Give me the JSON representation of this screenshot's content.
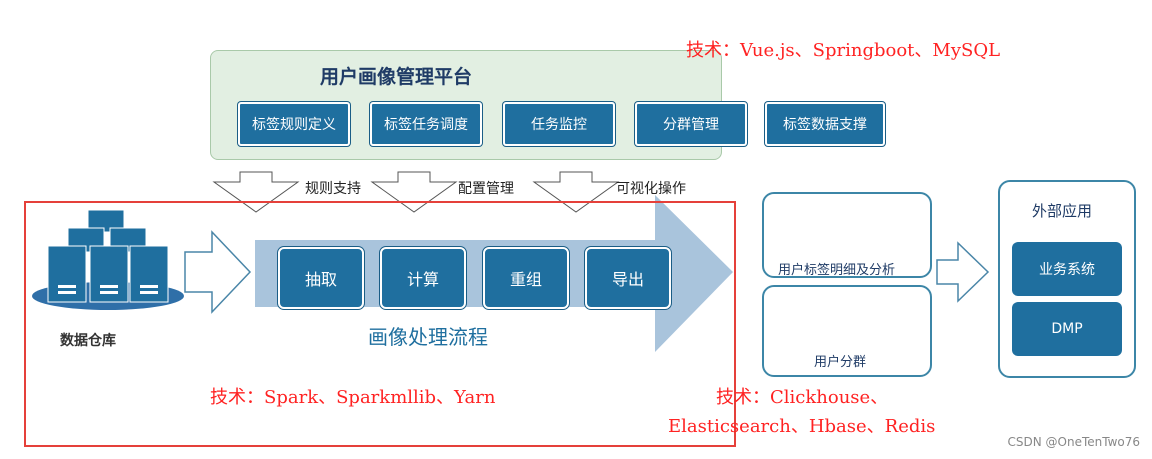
{
  "platform": {
    "title": "用户画像管理平台",
    "buttons": [
      "标签规则定义",
      "标签任务调度",
      "任务监控",
      "分群管理",
      "标签数据支撑"
    ],
    "tech": "技术：Vue.js、Springboot、MySQL"
  },
  "flows": [
    "规则支持",
    "配置管理",
    "可视化操作"
  ],
  "warehouse": {
    "label": "数据仓库"
  },
  "process": {
    "steps": [
      "抽取",
      "计算",
      "重组",
      "导出"
    ],
    "label": "画像处理流程",
    "tech": "技术：Spark、Sparkmllib、Yarn"
  },
  "outputs": {
    "detail_label": "用户标签明细及分析",
    "group_label": "用户分群",
    "tech_line1": "技术：Clickhouse、",
    "tech_line2": "Elasticsearch、Hbase、Redis"
  },
  "external": {
    "title": "外部应用",
    "items": [
      "业务系统",
      "DMP"
    ]
  },
  "watermark": "CSDN @OneTenTwo76",
  "colors": {
    "accent": "#1f6f9f",
    "red": "#ff2222",
    "platform_bg": "#e2efe2",
    "arrow": "#a9c4dc"
  }
}
